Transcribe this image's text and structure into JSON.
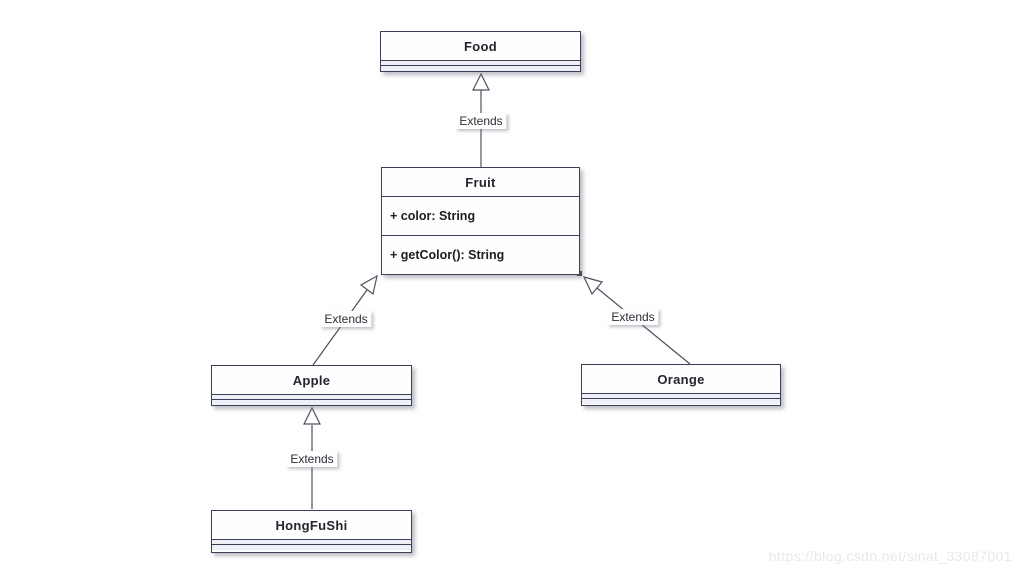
{
  "diagram": {
    "type": "uml-class-diagram",
    "classes": [
      {
        "name": "Food",
        "attributes": [],
        "methods": []
      },
      {
        "name": "Fruit",
        "attributes": [
          "+ color: String"
        ],
        "methods": [
          "+ getColor(): String"
        ]
      },
      {
        "name": "Apple",
        "attributes": [],
        "methods": []
      },
      {
        "name": "Orange",
        "attributes": [],
        "methods": []
      },
      {
        "name": "HongFuShi",
        "attributes": [],
        "methods": []
      }
    ],
    "edges": [
      {
        "from": "Fruit",
        "to": "Food",
        "relation": "generalization",
        "label": "Extends"
      },
      {
        "from": "Apple",
        "to": "Fruit",
        "relation": "generalization",
        "label": "Extends"
      },
      {
        "from": "Orange",
        "to": "Fruit",
        "relation": "generalization",
        "label": "Extends"
      },
      {
        "from": "HongFuShi",
        "to": "Apple",
        "relation": "generalization",
        "label": "Extends"
      }
    ],
    "colors": {
      "box_border": "#3e3e58",
      "box_fill": "#fefefe",
      "compartment_fill": "#eef0f8",
      "connector_line": "#4f5062",
      "title_text": "#25252e",
      "member_text": "#1c1c24",
      "background": "#ffffff"
    }
  },
  "watermark": {
    "text": "https://blog.csdn.net/sinat_33087001",
    "color": "#e8e8e8"
  }
}
